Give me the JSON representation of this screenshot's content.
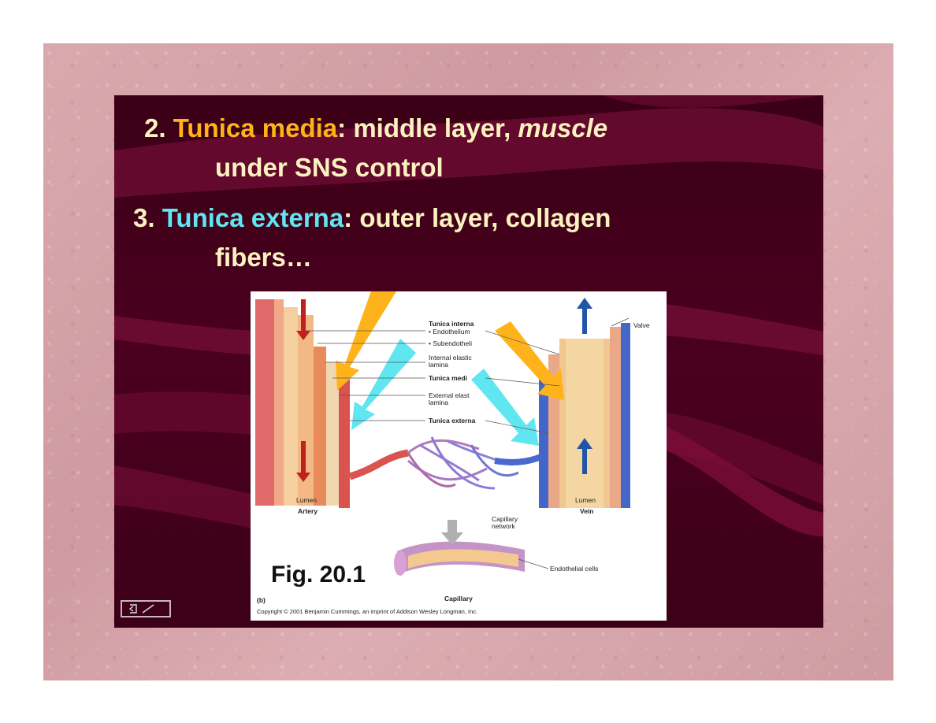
{
  "slide": {
    "point2": {
      "number": "2.",
      "term": "Tunica media",
      "colon": ": middle layer, ",
      "emph": "muscle",
      "cont": "under SNS control"
    },
    "point3": {
      "number": "3.",
      "term": "Tunica externa",
      "colon": ": outer layer, collagen",
      "cont": "fibers…"
    },
    "colors": {
      "term2": "#ffb31a",
      "term3": "#5fe6f0",
      "text": "#fbf3bf",
      "background": "#4a001f"
    }
  },
  "figure": {
    "label": "Fig. 20.1",
    "labels": {
      "tunica_interna": "Tunica interna",
      "endothelium": "• Endothelium",
      "subendothelial": "• Subendotheli",
      "internal_elastic": "Internal elastic",
      "lamina1": "lamina",
      "tunica_media": "Tunica medi",
      "external_elastic": "External elast",
      "lamina2": "lamina",
      "tunica_externa": "Tunica externa",
      "valve": "Valve",
      "lumen_artery": "Lumen",
      "artery": "Artery",
      "lumen_vein": "Lumen",
      "vein": "Vein",
      "capillary_network_1": "Capillary",
      "capillary_network_2": "network",
      "endothelial_cells": "Endothelial cells",
      "capillary": "Capillary",
      "panel": "(b)",
      "copyright": "Copyright © 2001 Benjamin Cummings, an imprint of Addison Wesley Longman, Inc."
    }
  },
  "nav": {
    "icon": "return-arrow-icon"
  }
}
